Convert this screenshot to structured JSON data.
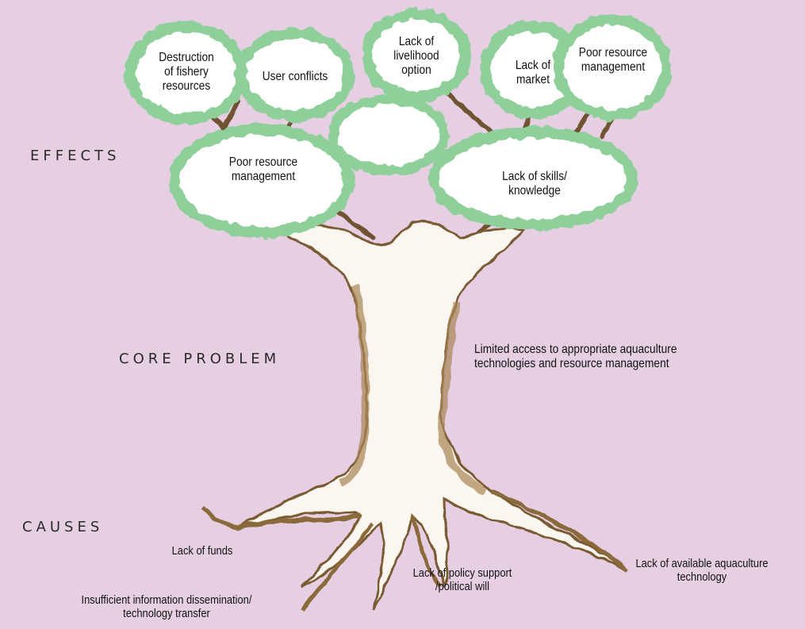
{
  "diagram": {
    "background_color": "#e6cfe3",
    "foliage_color": "#8fcf9a",
    "trunk_color": "#8a6a3a",
    "sections": {
      "effects": "EFFECTS",
      "core_problem": "CORE PROBLEM",
      "causes": "CAUSES"
    },
    "effects": {
      "destruction_of_fishery_resources": "Destruction\nof fishery\nresources",
      "user_conflicts": "User conflicts",
      "lack_of_livelihood_option": "Lack of\nlivelihood\noption",
      "lack_of_market": "Lack of\nmarket",
      "poor_resource_management_top": "Poor resource\nmanagement",
      "poor_resource_management_mid": "Poor resource\nmanagement",
      "lack_of_skills_knowledge": "Lack of skills/\nknowledge"
    },
    "core_problem": "Limited access to appropriate aquaculture\ntechnologies and resource management",
    "causes": {
      "lack_of_funds": "Lack of funds",
      "insufficient_information": "Insufficient information dissemination/\ntechnology transfer",
      "lack_of_policy_support": "Lack of policy support\n/political will",
      "lack_of_available_technology": "Lack of available aquaculture\ntechnology"
    }
  }
}
